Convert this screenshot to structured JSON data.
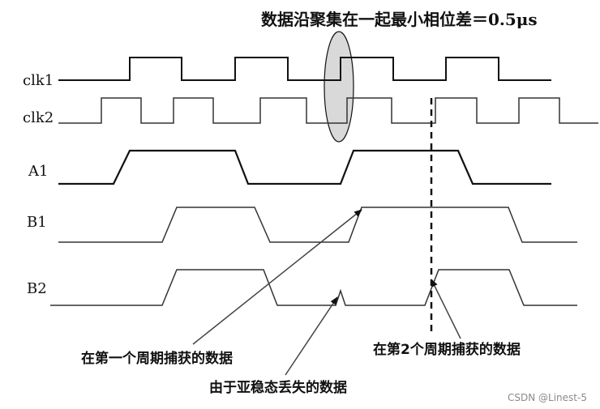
{
  "title": "数据沿聚集在一起最小相位差＝0.5μs",
  "signals": {
    "clk1": "clk1",
    "clk2": "clk2",
    "a1": "A1",
    "b1": "B1",
    "b2": "B2"
  },
  "annotations": {
    "first_period": "在第一个周期捕获的数据",
    "second_period": "在第2个周期捕获的数据",
    "metastability_loss": "由于亚稳态丢失的数据"
  },
  "watermark": "CSDN @Linest-5",
  "colors": {
    "line": "#111111",
    "ellipse_fill": "#d9d9d9"
  }
}
